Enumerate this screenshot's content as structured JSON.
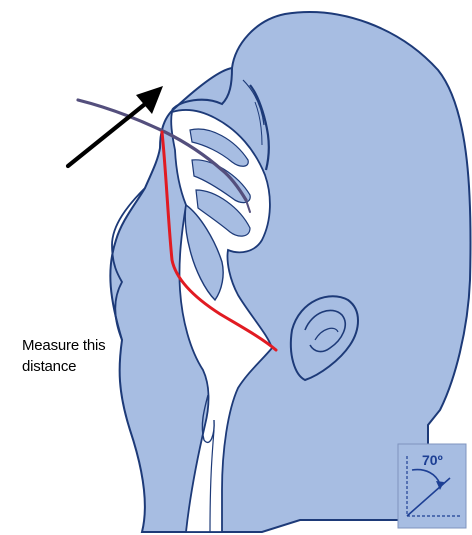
{
  "annotation": {
    "line1": "Measure this",
    "line2": "distance"
  },
  "angle_inset": {
    "label": "70º"
  },
  "colors": {
    "head_fill": "#a7bde2",
    "airway_fill": "#ffffff",
    "outline": "#1d3a78",
    "measure_line": "#e11b22",
    "tube": "#544f7d",
    "arrow": "#000000",
    "angle_line": "#1d3f94"
  },
  "icons": {
    "insertion_arrow": "arrow-up-right-icon",
    "angle_arrow": "curved-arrow-icon"
  }
}
